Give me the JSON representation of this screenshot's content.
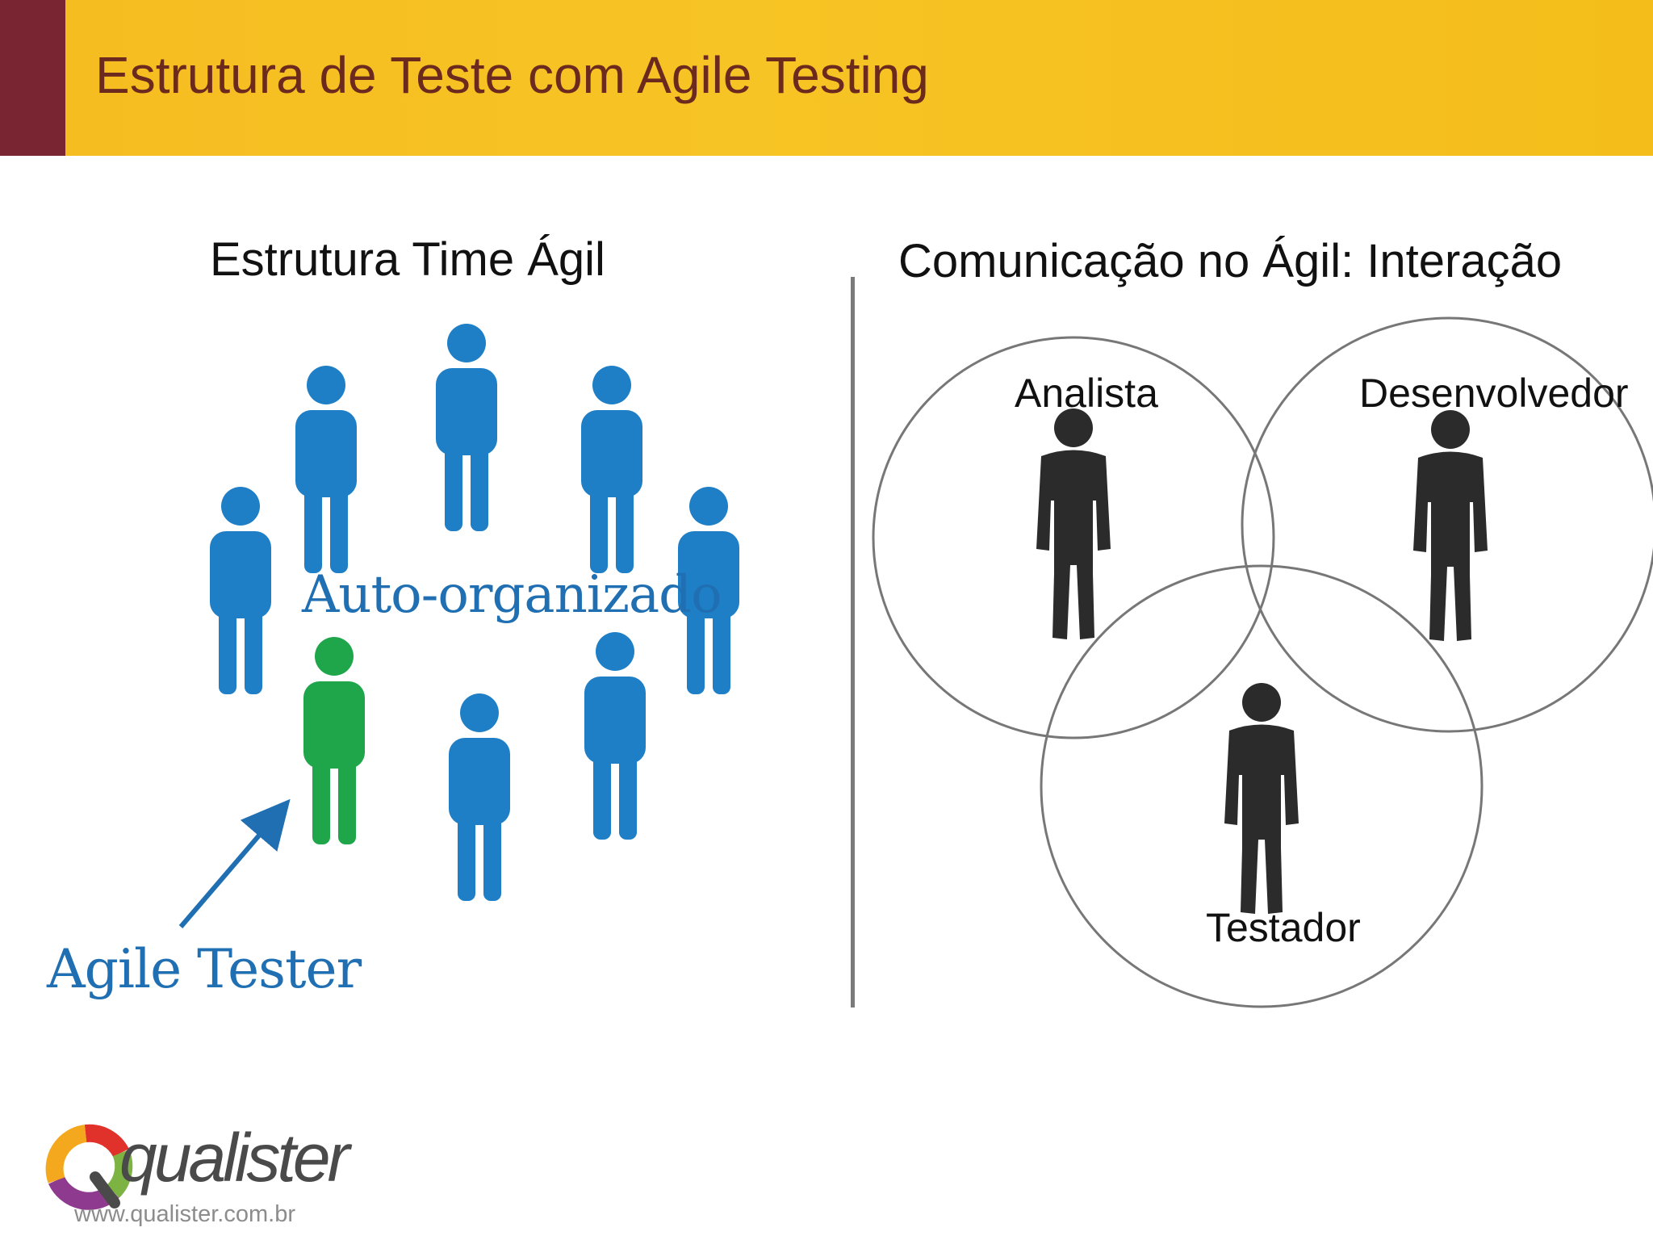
{
  "header": {
    "title": "Estrutura de Teste com Agile Testing"
  },
  "left_panel": {
    "title": "Estrutura Time Ágil",
    "center_label": "Auto-organizado",
    "pointer_label": "Agile Tester"
  },
  "right_panel": {
    "title": "Comunicação no Ágil: Interação",
    "roles": [
      "Analista",
      "Desenvolvedor",
      "Testador"
    ]
  },
  "logo": {
    "name": "qualister",
    "url": "www.qualister.com.br"
  },
  "colors": {
    "header_bar": "#f6bc20",
    "header_accent": "#7a2532",
    "title_text": "#6b2a1d",
    "team_member": "#1f7fc6",
    "agile_tester": "#1fa64b",
    "script_text": "#1f6fb2",
    "role_figure": "#2b2b2b",
    "circle_stroke": "#777777"
  }
}
